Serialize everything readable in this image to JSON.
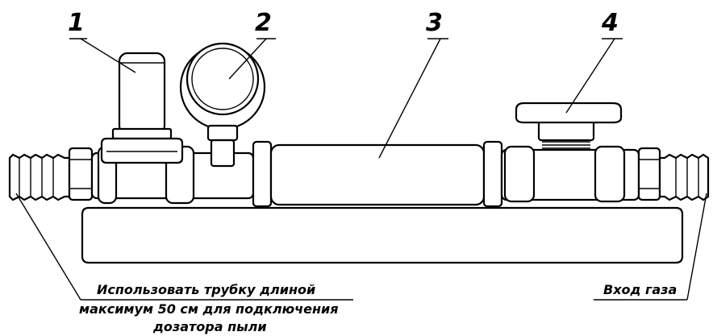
{
  "callouts": {
    "c1": "1",
    "c2": "2",
    "c3": "3",
    "c4": "4"
  },
  "notes": {
    "left_line1": "Использовать трубку длиной",
    "left_line2": "максимум 50 см для подключения",
    "left_line3": "дозатора пыли",
    "right": "Вход газа"
  }
}
